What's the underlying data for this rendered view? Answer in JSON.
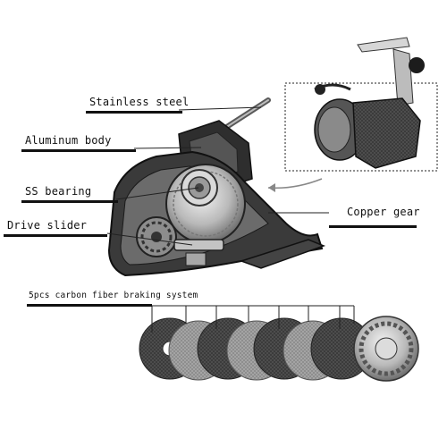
{
  "labels": {
    "stainless_steel": "Stainless steel",
    "aluminum_body": "Aluminum body",
    "ss_bearing": "SS bearing",
    "drive_slider": "Drive slider",
    "copper_gear": "Copper gear",
    "braking_system": "5pcs carbon fiber braking system"
  },
  "colors": {
    "text": "#111111",
    "disc_dark": "#3a3a3a",
    "disc_light": "#9c9c9c",
    "metal": "#c8c8c8"
  }
}
